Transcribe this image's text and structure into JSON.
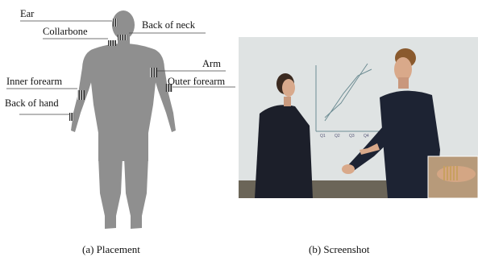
{
  "placement": {
    "labels": {
      "ear": "Ear",
      "collarbone": "Collarbone",
      "back_of_neck": "Back of neck",
      "arm": "Arm",
      "inner_forearm": "Inner forearm",
      "outer_forearm": "Outer forearm",
      "back_of_hand": "Back of hand"
    },
    "caption": "(a) Placement"
  },
  "screenshot": {
    "whiteboard_ticks": [
      "Q1",
      "Q2",
      "Q3",
      "Q4"
    ],
    "caption": "(b) Screenshot"
  }
}
